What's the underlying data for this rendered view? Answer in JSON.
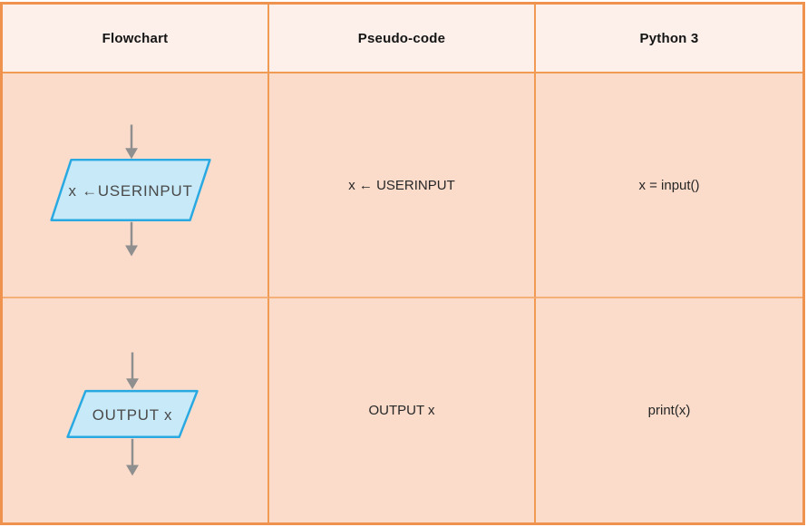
{
  "table": {
    "headers": [
      {
        "label": "Flowchart"
      },
      {
        "label": "Pseudo-code"
      },
      {
        "label": "Python 3"
      }
    ],
    "rows": [
      {
        "flowchart": {
          "shape": "parallelogram-io",
          "label": "x ←USERINPUT"
        },
        "pseudocode": "x ← USERINPUT",
        "python": "x = input()"
      },
      {
        "flowchart": {
          "shape": "parallelogram-io",
          "label": "OUTPUT x"
        },
        "pseudocode": "OUTPUT x",
        "python": "print(x)"
      }
    ]
  },
  "colors": {
    "table_border": "#ef924d",
    "inner_border": "#f19a54",
    "header_bg": "#fdf0ea",
    "body_bg": "#fbdccb",
    "shape_fill": "#c8e9f8",
    "shape_stroke": "#29a9e1",
    "arrow_gray": "#8f8f8f",
    "shape_text": "#4a4a4a"
  }
}
